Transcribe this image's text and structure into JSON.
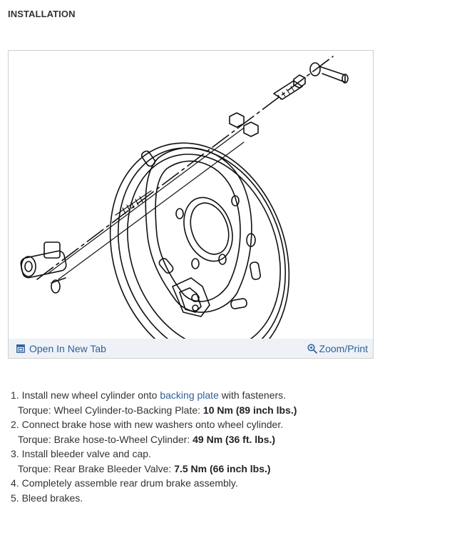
{
  "heading": "INSTALLATION",
  "figure": {
    "open_tab_label": "Open In New Tab",
    "zoom_print_label": "Zoom/Print",
    "open_tab_icon": "open-in-new-tab-icon",
    "zoom_icon": "magnifier-zoom-icon"
  },
  "steps": [
    {
      "num": "1.",
      "pre": "Install new wheel cylinder onto",
      "link": "backing plate",
      "post": "with fasteners.",
      "torque_label": "Torque: Wheel Cylinder-to-Backing Plate:",
      "torque_value": "10 Nm (89 inch lbs.)"
    },
    {
      "num": "2.",
      "text": "Connect brake hose with new washers onto wheel cylinder.",
      "torque_label": "Torque: Brake hose-to-Wheel Cylinder:",
      "torque_value": "49 Nm (36 ft. lbs.)"
    },
    {
      "num": "3.",
      "text": "Install bleeder valve and cap.",
      "torque_label": "Torque: Rear Brake Bleeder Valve:",
      "torque_value": "7.5 Nm (66 inch lbs.)"
    },
    {
      "num": "4.",
      "text": "Completely assemble rear drum brake assembly."
    },
    {
      "num": "5.",
      "text": "Bleed brakes."
    }
  ]
}
